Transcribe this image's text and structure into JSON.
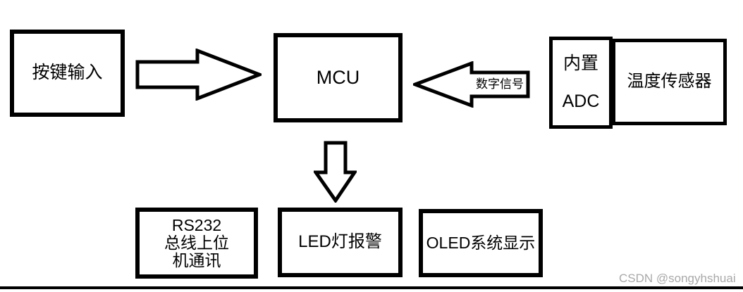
{
  "diagram": {
    "boxes": {
      "key_input": {
        "label": "按键输入"
      },
      "mcu": {
        "label": "MCU"
      },
      "adc": {
        "line1": "内置",
        "line2": "ADC"
      },
      "temp_sensor": {
        "label": "温度传感器"
      },
      "rs232": {
        "line1": "RS232",
        "line2": "总线上位",
        "line3": "机通讯"
      },
      "led": {
        "label": "LED灯报警"
      },
      "oled": {
        "label": "OLED系统显示"
      }
    },
    "arrows": {
      "digital_signal_label": "数字信号"
    },
    "colors": {
      "line": "#000000",
      "background": "#ffffff",
      "watermark": "#a9a9a9"
    }
  },
  "watermark": {
    "text": "CSDN @songyhshuai"
  }
}
